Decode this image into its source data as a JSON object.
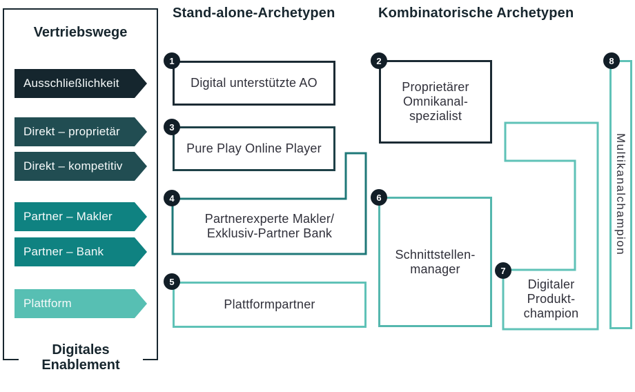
{
  "columns": {
    "standalone_title": "Stand-alone-Archetypen",
    "combinatorial_title": "Kombinatorische Archetypen"
  },
  "sidebar": {
    "title": "Vertriebswege",
    "footer_lines": [
      "Digitales",
      "Enablement"
    ],
    "channels": [
      {
        "label": "Ausschließlichkeit"
      },
      {
        "label": "Direkt – proprietär"
      },
      {
        "label": "Direkt – kompetitiv"
      },
      {
        "label": "Partner – Makler"
      },
      {
        "label": "Partner – Bank"
      },
      {
        "label": "Plattform"
      }
    ]
  },
  "archetypes": [
    {
      "num": "1",
      "lines": [
        "Digital unterstützte AO"
      ]
    },
    {
      "num": "2",
      "lines": [
        "Proprietärer",
        "Omnikanal-",
        "spezialist"
      ]
    },
    {
      "num": "3",
      "lines": [
        "Pure Play Online Player"
      ]
    },
    {
      "num": "4",
      "lines": [
        "Partnerexperte Makler/",
        "Exklusiv-Partner Bank"
      ]
    },
    {
      "num": "5",
      "lines": [
        "Plattformpartner"
      ]
    },
    {
      "num": "6",
      "lines": [
        "Schnittstellen-",
        "manager"
      ]
    },
    {
      "num": "7",
      "lines": [
        "Digitaler",
        "Produkt-",
        "champion"
      ]
    },
    {
      "num": "8",
      "lines": [
        "Multikanalchampion"
      ]
    }
  ],
  "colors": {
    "ink": "#17262e",
    "arrow_exclusive": "#15262e",
    "arrow_direkt": "#214d52",
    "arrow_partner": "#0f8281",
    "arrow_plattform": "#57bfb3",
    "box_dark_border": "#1b2a33",
    "box3_border": "#1e4047",
    "box4_border": "#1f7878",
    "box6_border": "#55b7ae",
    "box_light_border": "#5fc2b7",
    "badge_bg": "#121e27",
    "text": "#30303a"
  }
}
